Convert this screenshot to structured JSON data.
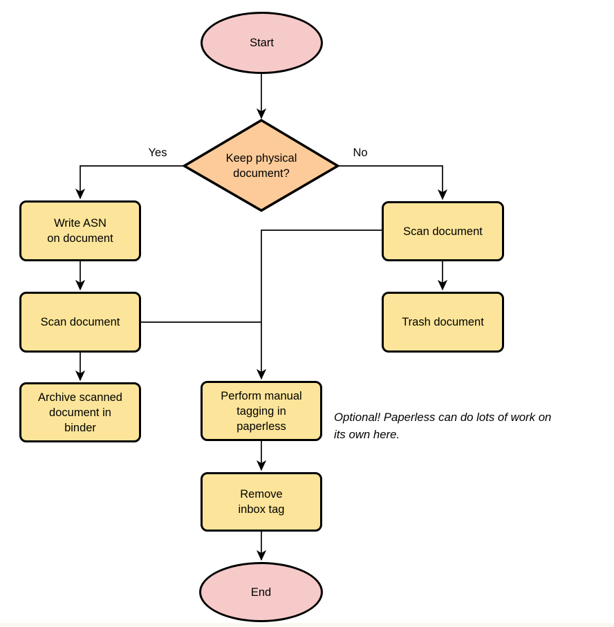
{
  "colors": {
    "terminator_fill": "#F6CAC9",
    "decision_fill": "#FDCB99",
    "process_fill": "#FCE59A",
    "stroke": "#000000",
    "note_text": "#000000",
    "page_edge": "#FAF9F1"
  },
  "nodes": {
    "start": {
      "label": "Start"
    },
    "decision": {
      "label": "Keep physical\ndocument?"
    },
    "write_asn": {
      "label": "Write ASN\non document"
    },
    "scan_left": {
      "label": "Scan document"
    },
    "archive": {
      "label": "Archive scanned\ndocument in\nbinder"
    },
    "scan_right": {
      "label": "Scan document"
    },
    "trash": {
      "label": "Trash document"
    },
    "tagging": {
      "label": "Perform manual\ntagging in\npaperless"
    },
    "remove_inbox": {
      "label": "Remove\ninbox tag"
    },
    "end": {
      "label": "End"
    }
  },
  "edge_labels": {
    "yes": "Yes",
    "no": "No"
  },
  "note": "Optional! Paperless can do lots of work on\nits own here."
}
